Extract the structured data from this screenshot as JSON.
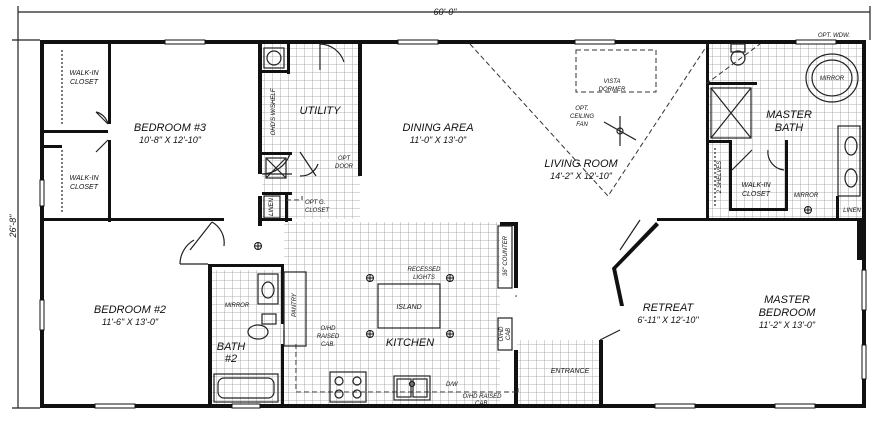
{
  "dimensions": {
    "overall_width": "60'-0\"",
    "overall_depth": "26'-8\""
  },
  "rooms": {
    "bedroom3": {
      "name": "BEDROOM #3",
      "size": "10'-8\" X 12'-10\""
    },
    "bedroom2": {
      "name": "BEDROOM #2",
      "size": "11'-6\" X 13'-0\""
    },
    "dining": {
      "name": "DINING AREA",
      "size": "11'-0\" X 13'-0\""
    },
    "living": {
      "name": "LIVING ROOM",
      "size": "14'-2\" X 12'-10\""
    },
    "retreat": {
      "name": "RETREAT",
      "size": "6'-11\" X 12'-10\""
    },
    "master_bed": {
      "name_line1": "MASTER",
      "name_line2": "BEDROOM",
      "size": "11'-2\" X 13'-0\""
    },
    "master_bath": {
      "line1": "MASTER",
      "line2": "BATH"
    },
    "kitchen": {
      "name": "KITCHEN"
    },
    "utility": {
      "name": "UTILITY"
    },
    "bath2": {
      "line1": "BATH",
      "line2": "#2"
    },
    "entrance": {
      "name": "ENTRANCE"
    }
  },
  "labels": {
    "walkin_closet_1a": "WALK-IN",
    "walkin_closet_1b": "CLOSET",
    "walkin_closet_2a": "WALK-IN",
    "walkin_closet_2b": "CLOSET",
    "walkin_closet_3a": "WALK-IN",
    "walkin_closet_3b": "CLOSET",
    "ohd_shelf": "OHD'S W/SHELF",
    "opt_door_a": "OPT",
    "opt_door_b": "DOOR",
    "linen_utility": "LINEN",
    "opt_g_closet_a": "OPT G.",
    "opt_g_closet_b": "CLOSET",
    "vista_a": "VISTA",
    "vista_b": "DORMER",
    "ceiling_fan_a": "OPT.",
    "ceiling_fan_b": "CEILING",
    "ceiling_fan_c": "FAN",
    "opt_wdw": "OPT. WDW.",
    "mirror_master": "MIRROR",
    "mirror_master2": "MIRROR",
    "two_shelves": "2 SHELVES",
    "linen_master": "LINEN",
    "recessed_a": "RECESSED",
    "recessed_b": "LIGHTS",
    "island": "ISLAND",
    "counter": "36\" COUNTER",
    "ohd_cab_right_a": "O/HD",
    "ohd_cab_right_b": "CAB",
    "pantry": "PANTRY",
    "ohd_raised_a": "O/HD",
    "ohd_raised_b": "RAISED",
    "ohd_raised_c": "CAB.",
    "dw": "D/W",
    "ohd_raised_bottom_a": "O/HD RAISED",
    "ohd_raised_bottom_b": "CAB.",
    "mirror_bath2": "MIRROR"
  }
}
